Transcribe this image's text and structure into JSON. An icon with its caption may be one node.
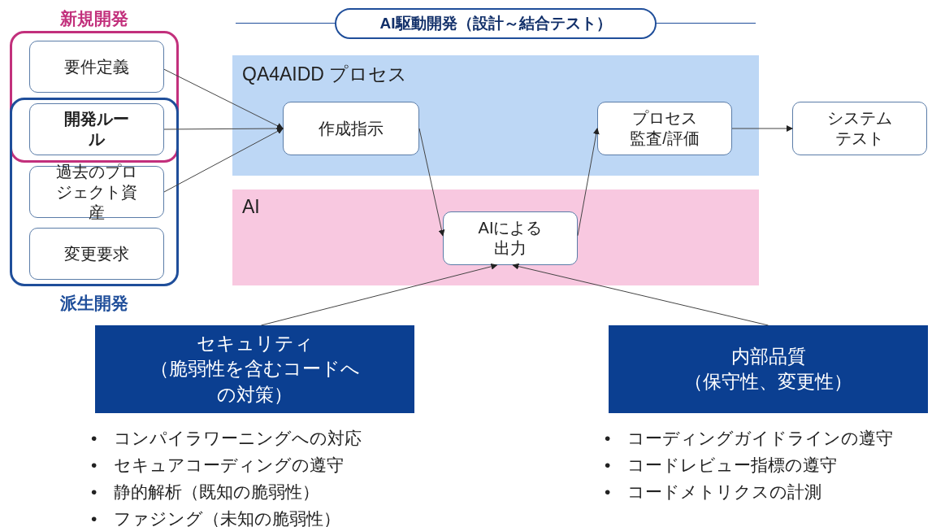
{
  "diagram": {
    "nodes": [
      {
        "text": [
          "新規開発"
        ]
      },
      {
        "text": [
          "要件定義"
        ],
        "in": 0
      },
      {
        "text": [
          "開発ルール"
        ]
      },
      {
        "text": [
          "派生開発"
        ]
      },
      {
        "text": [
          "過去のプロジェクト資産"
        ],
        "in": 3
      },
      {
        "text": [
          "変更要求"
        ],
        "in": 3
      },
      {
        "text": [
          "AI駆動開発（設計～結合テスト）"
        ]
      },
      {
        "text": [
          "QA4AIDD プロセス"
        ]
      },
      {
        "text": [
          "作成指示"
        ],
        "in": 7
      },
      {
        "text": [
          "プロセス監査/評価"
        ],
        "in": 7
      },
      {
        "text": [
          "システムテスト"
        ]
      },
      {
        "text": [
          "AI"
        ]
      },
      {
        "text": [
          "AIによる出力"
        ],
        "in": 11
      },
      {
        "text": [
          "セキュリティ",
          "（脆弱性を含むコードへの対策）"
        ],
        "beside": [
          "•　コンパイラワーニングへの対応",
          "•　セキュアコーディングの遵守",
          "•　静的解析（既知の脆弱性）",
          "•　ファジング（未知の脆弱性）"
        ]
      },
      {
        "text": [
          "内部品質",
          "（保守性、変更性）"
        ],
        "beside": [
          "•　コーディングガイドラインの遵守",
          "•　コードレビュー指標の遵守",
          "•　コードメトリクスの計測"
        ]
      }
    ],
    "edges": [
      {
        "from": 1,
        "to": 8,
        "arrow": "to"
      },
      {
        "from": 2,
        "to": 8,
        "arrow": "to"
      },
      {
        "from": 4,
        "to": 8,
        "arrow": "to"
      },
      {
        "from": 8,
        "to": 12,
        "arrow": "to"
      },
      {
        "from": 12,
        "to": 9,
        "arrow": "to"
      },
      {
        "from": 9,
        "to": 10,
        "arrow": "to"
      },
      {
        "from": 13,
        "to": 12,
        "arrow": "to"
      },
      {
        "from": 14,
        "to": 12,
        "arrow": "to"
      }
    ]
  }
}
